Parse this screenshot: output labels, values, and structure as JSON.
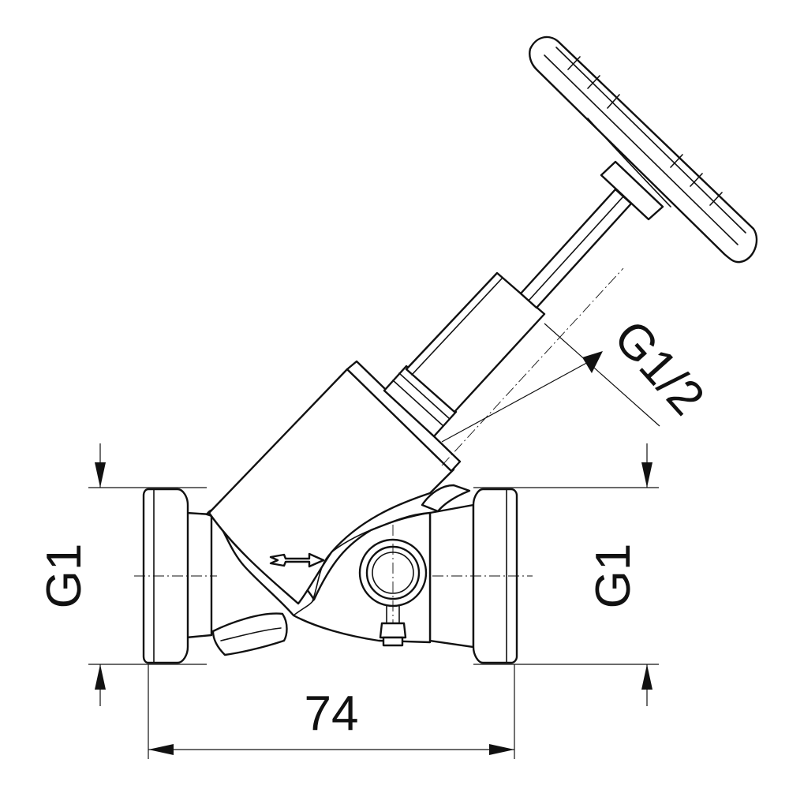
{
  "drawing": {
    "subject": "angle-seat-valve",
    "line_color": "#111111",
    "background": "#ffffff"
  },
  "dimensions": {
    "left_port": "G1",
    "right_port": "G1",
    "overall_length": "74",
    "bonnet_thread": "G1/2"
  }
}
